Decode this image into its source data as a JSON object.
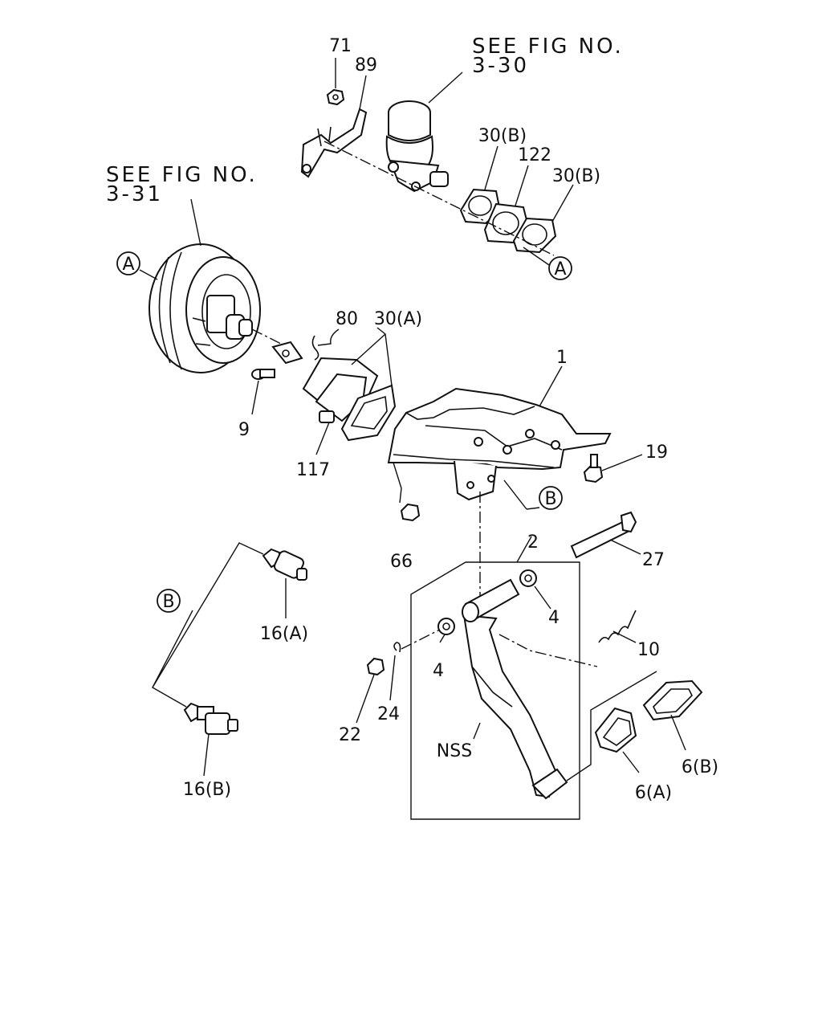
{
  "references": {
    "see_fig_master": {
      "line1": "SEE FIG NO.",
      "line2": "3-30"
    },
    "see_fig_booster": {
      "line1": "SEE FIG NO.",
      "line2": "3-31"
    }
  },
  "callouts": {
    "a_left": "A",
    "a_right": "A",
    "b_bracket": "B",
    "b_switch": "B"
  },
  "parts": {
    "p71": "71",
    "p89": "89",
    "p30b_left": "30(B)",
    "p122": "122",
    "p30b_right": "30(B)",
    "p80": "80",
    "p30a": "30(A)",
    "p1": "1",
    "p9": "9",
    "p117": "117",
    "p19": "19",
    "p66": "66",
    "p2": "2",
    "p27": "27",
    "p4_right": "4",
    "p4_left": "4",
    "p10": "10",
    "p16a": "16(A)",
    "p16b": "16(B)",
    "p22": "22",
    "p24": "24",
    "nss": "NSS",
    "p6b": "6(B)",
    "p6a": "6(A)"
  }
}
